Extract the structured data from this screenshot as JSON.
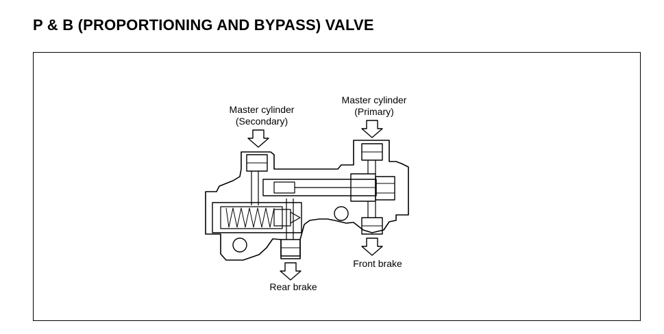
{
  "title": "P & B (PROPORTIONING AND BYPASS) VALVE",
  "labels": {
    "master_secondary_line1": "Master cylinder",
    "master_secondary_line2": "(Secondary)",
    "master_primary_line1": "Master cylinder",
    "master_primary_line2": "(Primary)",
    "front_brake": "Front brake",
    "rear_brake": "Rear brake"
  }
}
